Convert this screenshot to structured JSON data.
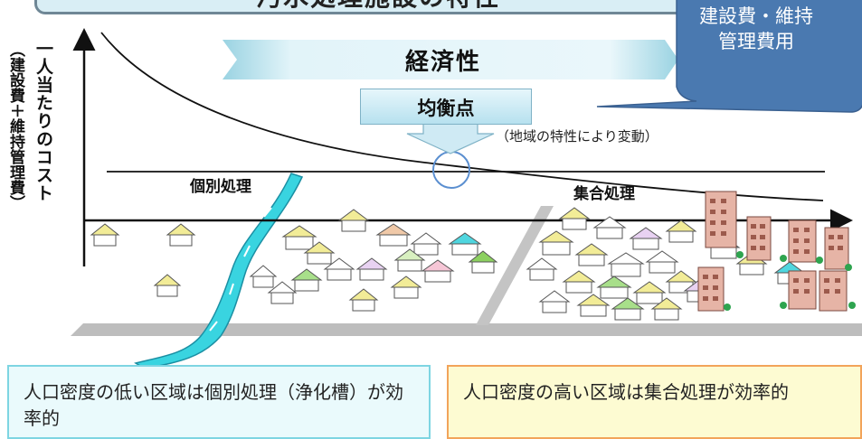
{
  "title_banner": {
    "text": "汚水処理施設の特性"
  },
  "bubble": {
    "text": "建設費・維持管理費用",
    "color": "#4a79b0"
  },
  "y_axis": {
    "label": "一人当たりのコスト",
    "sublabel": "（建設費＋維持管理費）"
  },
  "economy_banner": {
    "text": "経済性"
  },
  "equilibrium": {
    "label": "均衡点",
    "note": "（地域の特性により変動）"
  },
  "regions": {
    "individual": "個別処理",
    "collective": "集合処理"
  },
  "bottom": {
    "left_text": "人口密度の低い区域は個別処理（浄化槽）が効率的",
    "right_text": "人口密度の高い区域は集合処理が効率的"
  },
  "colors": {
    "river": "#39d4e0",
    "road": "#b8b8b8",
    "box_left_border": "#7ed5e2",
    "box_right_border": "#f2a45a"
  }
}
